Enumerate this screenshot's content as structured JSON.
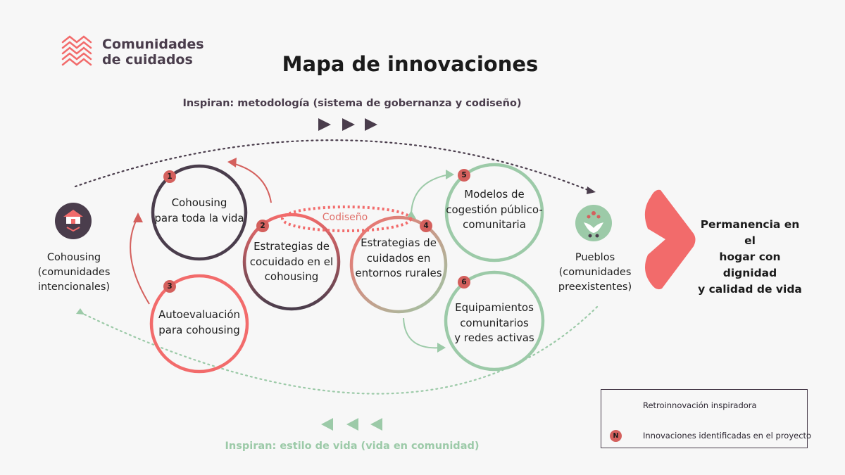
{
  "header": {
    "logo_line1": "Comunidades",
    "logo_line2": "de cuidados",
    "title": "Mapa de innovaciones"
  },
  "flows": {
    "top_label": "Inspiran: metodología (sistema de gobernanza y codiseño)",
    "bottom_label": "Inspiran: estilo de vida (vida en comunidad)"
  },
  "left_community": {
    "icon": "house-icon",
    "line1": "Cohousing",
    "line2": "(comunidades",
    "line3": "intencionales)"
  },
  "right_community": {
    "icon": "sprout-icon",
    "line1": "Pueblos",
    "line2": "(comunidades",
    "line3": "preexistentes)"
  },
  "innovations": [
    {
      "number": "1",
      "line1": "Cohousing",
      "line2": "para toda la vida",
      "line3": ""
    },
    {
      "number": "2",
      "line1": "Estrategias de",
      "line2": "cocuidado en el",
      "line3": "cohousing"
    },
    {
      "number": "3",
      "line1": "Autoevaluación",
      "line2": "para cohousing",
      "line3": ""
    },
    {
      "number": "4",
      "line1": "Estrategias de",
      "line2": "cuidados en",
      "line3": "entornos rurales"
    },
    {
      "number": "5",
      "line1": "Modelos de",
      "line2": "cogestión público-",
      "line3": "comunitaria"
    },
    {
      "number": "6",
      "line1": "Equipamientos",
      "line2": "comunitarios",
      "line3": "y redes activas"
    }
  ],
  "codiseno_label": "Codiseño",
  "outcome": {
    "line1": "Permanencia en el",
    "line2": "hogar con dignidad",
    "line3": "y calidad de vida"
  },
  "legend": {
    "item1": "Retroinnovación inspiradora",
    "item2_badge": "N",
    "item2": "Innovaciones identificadas en el proyecto"
  },
  "colors": {
    "dark_purple": "#4a3d4c",
    "coral": "#f26b6b",
    "salmon": "#d4605d",
    "green": "#9ccaa8"
  }
}
